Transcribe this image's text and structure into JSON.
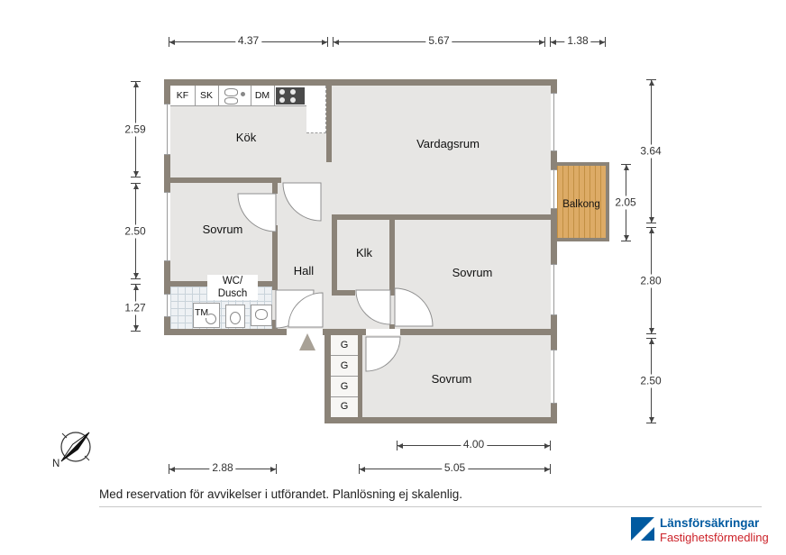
{
  "plan": {
    "rooms": {
      "kok": "Kök",
      "vardagsrum": "Vardagsrum",
      "balkong": "Balkong",
      "sovrum_left": "Sovrum",
      "sovrum_mid": "Sovrum",
      "sovrum_bottom": "Sovrum",
      "hall": "Hall",
      "klk": "Klk"
    },
    "wc": {
      "line1": "WC/",
      "line2": "Dusch"
    },
    "appliances": {
      "kf": "KF",
      "sk": "SK",
      "dm": "DM",
      "tm": "TM"
    },
    "wardrobes": [
      "G",
      "G",
      "G",
      "G"
    ],
    "compass": "N",
    "dimensions": {
      "top": [
        "4.37",
        "5.67",
        "1.38"
      ],
      "left": [
        "2.59",
        "2.50",
        "1.27"
      ],
      "right": [
        "3.64",
        "2.05",
        "2.80",
        "2.50"
      ],
      "bottom": [
        "4.00",
        "2.88",
        "5.05"
      ]
    }
  },
  "footer": {
    "disclaimer": "Med reservation för avvikelser i utförandet. Planlösning ej skalenlig."
  },
  "logo": {
    "line1": "Länsförsäkringar",
    "line2": "Fastighetsförmedling"
  },
  "colors": {
    "wall": "#8b8378",
    "floor": "#e7e6e4",
    "balcony_wood": "#ddab66",
    "logo_blue": "#005aa0",
    "logo_red": "#cc2229"
  }
}
